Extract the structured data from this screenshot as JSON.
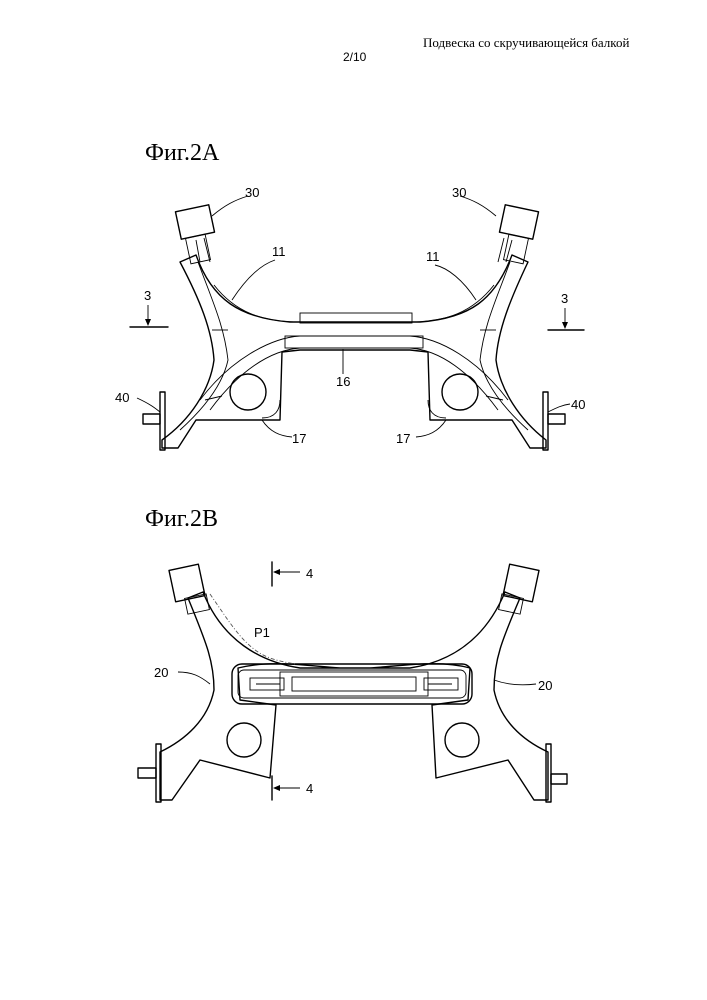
{
  "header": {
    "title": "Подвеска со скручивающейся балкой",
    "page": "2/10"
  },
  "figure_a": {
    "title": "Фиг.2A",
    "labels": {
      "n30_left": "30",
      "n30_right": "30",
      "n11_left": "11",
      "n11_right": "11",
      "n3_left": "3",
      "n3_right": "3",
      "n16": "16",
      "n40_left": "40",
      "n40_right": "40",
      "n17_left": "17",
      "n17_right": "17"
    }
  },
  "figure_b": {
    "title": "Фиг.2B",
    "labels": {
      "n4_top": "4",
      "n4_bottom": "4",
      "p1": "P1",
      "n20_left": "20",
      "n20_right": "20"
    }
  }
}
